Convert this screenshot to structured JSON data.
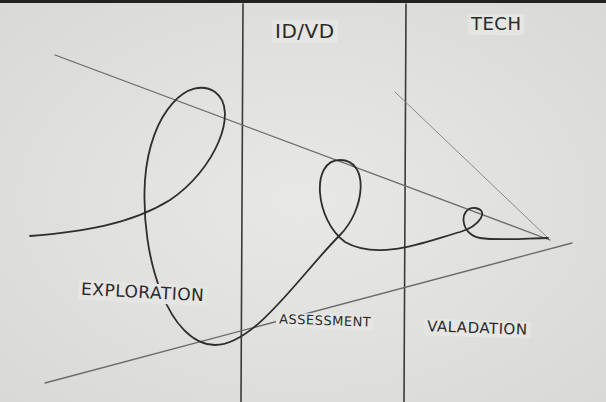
{
  "diagram": {
    "labels": [
      "ID/VD",
      "TECH",
      "EXPLORATION",
      "ASSESSMENT",
      "VALADATION"
    ]
  }
}
